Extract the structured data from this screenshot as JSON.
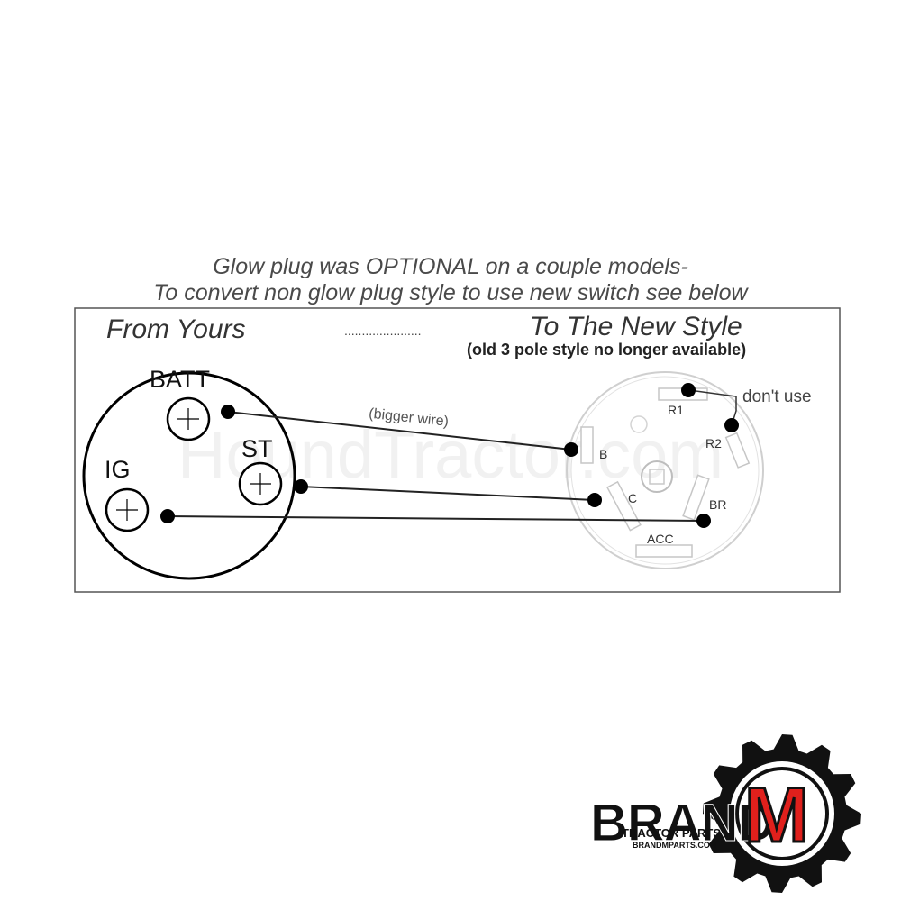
{
  "header": {
    "line1": "Glow plug was OPTIONAL on a couple models-",
    "line2": "To convert non glow plug style to use new switch see below"
  },
  "diagram": {
    "from_label": "From Yours",
    "dots": "......................",
    "to_label": "To The New Style",
    "to_sublabel": "(old 3 pole style no longer available)",
    "wire_note": "(bigger wire)",
    "watermark": "HoundTractor.com",
    "old_switch": {
      "terminals": [
        "BATT",
        "ST",
        "IG"
      ]
    },
    "new_switch": {
      "terminals": [
        "R1",
        "R2",
        "B",
        "C",
        "BR",
        "ACC"
      ],
      "note": "don't use"
    }
  },
  "logo": {
    "brand": "BRAND",
    "letter": "M",
    "tagline": "TRACTOR PARTS",
    "url": "BRANDMPARTS.COM",
    "colors": {
      "red": "#e0201c",
      "black": "#111111"
    }
  }
}
